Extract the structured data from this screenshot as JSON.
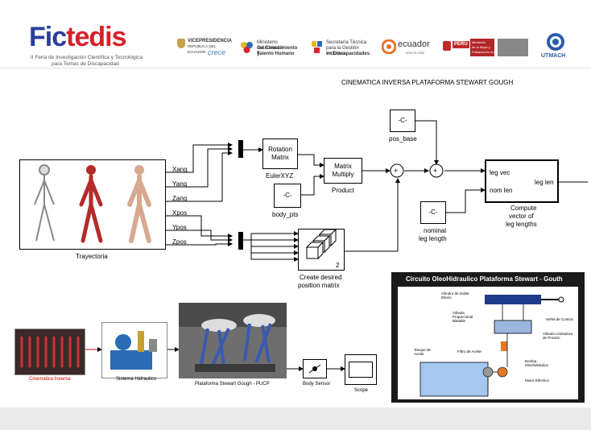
{
  "header": {
    "brand": {
      "p1": "Fic",
      "p2": "tedis"
    },
    "subtitle_line1": "II Feria de Investigación Científica y Tecnológica",
    "subtitle_line2": "para Temas de Discapacidad",
    "logos": {
      "vice": {
        "line1": "VICEPRESIDENCIA",
        "line2": "REPUBLICA DEL ECUADOR",
        "line3": "crece"
      },
      "ministerio": {
        "line1": "Ministerio Coordinador",
        "line2": "del Conocimiento y",
        "line3": "Talento Humano"
      },
      "secretaria": {
        "line1": "Secretaría Técnica",
        "line2": "para la Gestión Inclusiva",
        "line3": "en Discapacidades"
      },
      "ecuador": {
        "name": "ecuador",
        "sub": "ama la vida"
      },
      "peru": {
        "tag": "PERÚ",
        "line1": "Ministerio",
        "line2": "de la Mujer y",
        "line3": "Poblaciones Vulnerables"
      },
      "utmach": {
        "name": "UTMACH"
      }
    }
  },
  "diagram": {
    "title": "CINEMATICA INVERSA PLATAFORMA STEWART GOUGH",
    "trajectory_label": "Trayectoria",
    "signals": [
      "Xang",
      "Yang",
      "Zang",
      "Xpos",
      "Ypos",
      "Zpos"
    ],
    "rotation_block": {
      "line1": "Rotation",
      "line2": "Matrix",
      "name": "EulerXYZ"
    },
    "matrix_block": {
      "line1": "Matrix",
      "line2": "Multiply",
      "name": "Product"
    },
    "pos_base": {
      "value": "-C-",
      "name": "pos_base"
    },
    "body_pts": {
      "value": "-C-",
      "name": "body_pts"
    },
    "nominal": {
      "value": "-C-",
      "name_line1": "nominal",
      "name_line2": "leg length"
    },
    "compute_block": {
      "in1": "leg vec",
      "in2": "nom len",
      "out": "leg len",
      "name_line1": "Compute",
      "name_line2": "vector of",
      "name_line3": "leg lengths"
    },
    "position_block": {
      "port": "2",
      "name_line1": "Create desired",
      "name_line2": "position matrix"
    }
  },
  "bottom": {
    "cinematica_label": "Cinematica Inversa",
    "hydraulic_label": "Sistema Hidraulico",
    "platform_label": "Plataforma Stewart Gough - PUCP",
    "sensor_label": "Body Sensor",
    "scope_label": "Scope"
  },
  "circuit": {
    "title": "Circuito OleoHidraulico Plataforma Stewart - Gouth",
    "labels": {
      "cilindro": "Cilindro de Doble Efecto",
      "valvula_prop": "Válvula Proporcional Bistable",
      "senal": "Señal de Control",
      "valvula_lim": "Válvula Limitadora de Presión",
      "tanque": "Tanque de Aceite",
      "filtro": "Filtro de Aceite",
      "bomba": "Bomba Oleohidráulica",
      "motor": "Motor Eléctrico"
    }
  }
}
